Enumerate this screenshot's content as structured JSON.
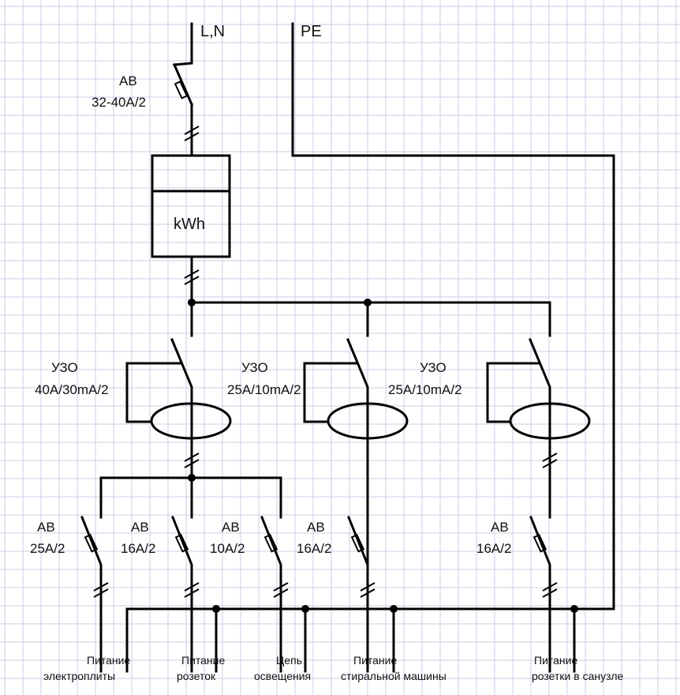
{
  "buses": {
    "phase_neutral": "L,N",
    "protective_earth": "PE"
  },
  "main_breaker": {
    "type": "АВ",
    "rating": "32-40A/2"
  },
  "meter": {
    "label": "kWh"
  },
  "rcds": [
    {
      "type": "УЗО",
      "rating": "40A/30mA/2"
    },
    {
      "type": "УЗО",
      "rating": "25A/10mA/2"
    },
    {
      "type": "УЗО",
      "rating": "25A/10mA/2"
    }
  ],
  "breakers": [
    {
      "type": "АВ",
      "rating": "25A/2"
    },
    {
      "type": "АВ",
      "rating": "16A/2"
    },
    {
      "type": "АВ",
      "rating": "10A/2"
    },
    {
      "type": "АВ",
      "rating": "16A/2"
    },
    {
      "type": "АВ",
      "rating": "16A/2"
    }
  ],
  "outputs": [
    {
      "line1": "Питание",
      "line2": "электроплиты"
    },
    {
      "line1": "Питание",
      "line2": "розеток"
    },
    {
      "line1": "Цепь",
      "line2": "освещения"
    },
    {
      "line1": "Питание",
      "line2": "стиральной машины"
    },
    {
      "line1": "Питание",
      "line2": "розетки в санузле"
    }
  ]
}
